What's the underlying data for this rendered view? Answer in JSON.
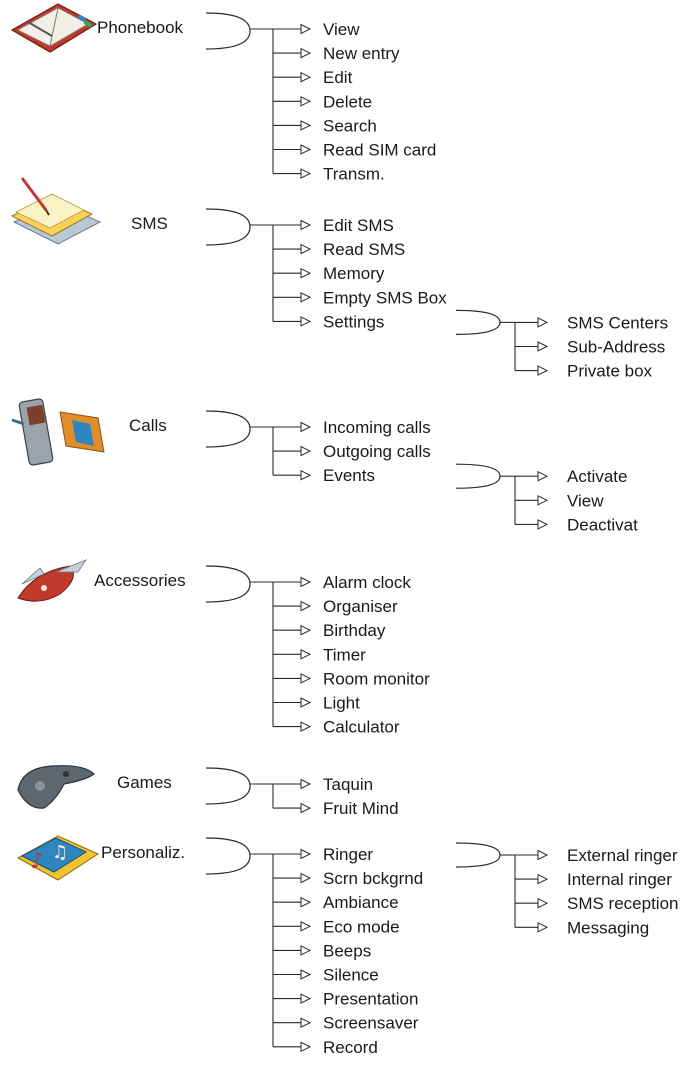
{
  "sections": [
    {
      "title": "Phonebook",
      "icon": "phonebook-book-icon",
      "items": [
        {
          "label": "View"
        },
        {
          "label": "New entry"
        },
        {
          "label": "Edit"
        },
        {
          "label": "Delete"
        },
        {
          "label": "Search"
        },
        {
          "label": "Read SIM card"
        },
        {
          "label": "Transm."
        }
      ]
    },
    {
      "title": "SMS",
      "icon": "sms-notepad-icon",
      "items": [
        {
          "label": "Edit SMS"
        },
        {
          "label": "Read SMS"
        },
        {
          "label": "Memory"
        },
        {
          "label": "Empty SMS Box"
        },
        {
          "label": "Settings",
          "sub": [
            "SMS Centers",
            "Sub-Address",
            "Private box"
          ]
        }
      ]
    },
    {
      "title": "Calls",
      "icon": "calls-phone-icon",
      "items": [
        {
          "label": "Incoming calls"
        },
        {
          "label": "Outgoing calls"
        },
        {
          "label": "Events",
          "sub": [
            "Activate",
            "View",
            "Deactivat"
          ]
        }
      ]
    },
    {
      "title": "Accessories",
      "icon": "accessories-knife-icon",
      "items": [
        {
          "label": "Alarm clock"
        },
        {
          "label": "Organiser"
        },
        {
          "label": "Birthday"
        },
        {
          "label": "Timer"
        },
        {
          "label": "Room monitor"
        },
        {
          "label": "Light"
        },
        {
          "label": "Calculator"
        }
      ]
    },
    {
      "title": "Games",
      "icon": "games-gamepad-icon",
      "items": [
        {
          "label": "Taquin"
        },
        {
          "label": "Fruit Mind"
        }
      ]
    },
    {
      "title": "Personaliz.",
      "icon": "personalization-music-icon",
      "items": [
        {
          "label": "Ringer",
          "sub": [
            "External ringer",
            "Internal ringer",
            "SMS reception",
            "Messaging"
          ]
        },
        {
          "label": "Scrn bckgrnd"
        },
        {
          "label": "Ambiance"
        },
        {
          "label": "Eco mode"
        },
        {
          "label": "Beeps"
        },
        {
          "label": "Silence"
        },
        {
          "label": "Presentation"
        },
        {
          "label": "Screensaver"
        },
        {
          "label": "Record"
        }
      ]
    }
  ]
}
